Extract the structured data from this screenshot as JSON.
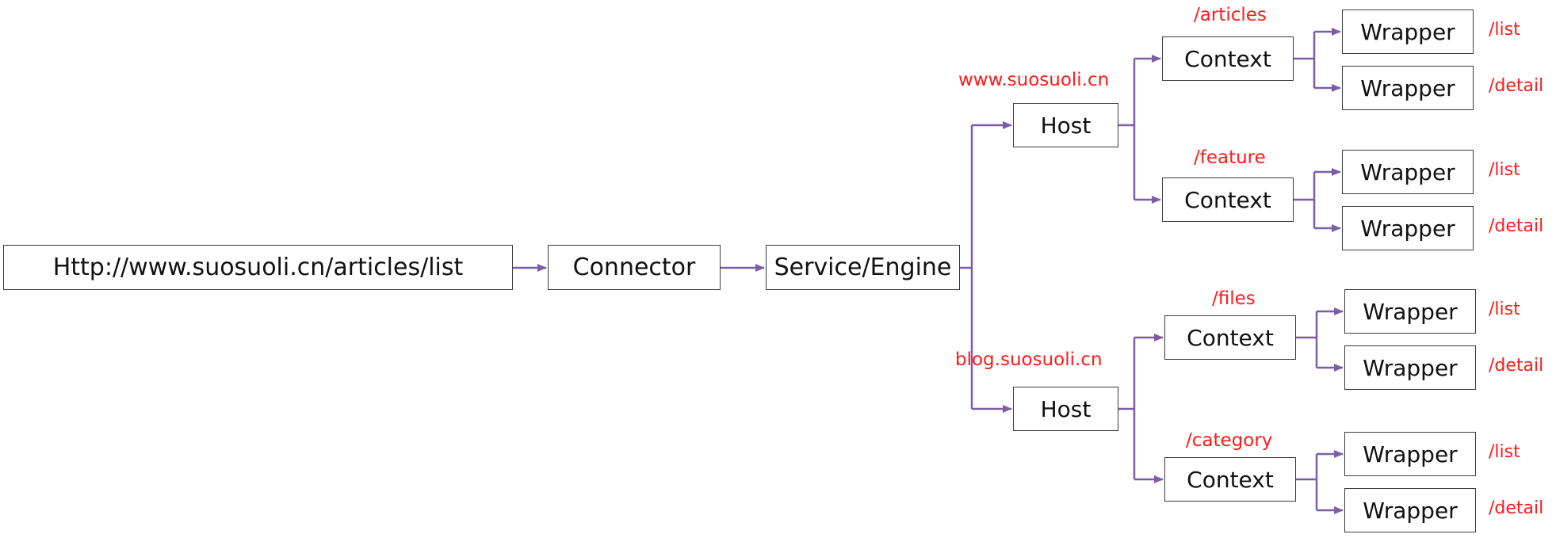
{
  "request_url": "Http://www.suosuoli.cn/articles/list",
  "connector": "Connector",
  "engine": "Service/Engine",
  "hosts": [
    {
      "name": "www.suosuoli.cn",
      "label": "Host",
      "contexts": [
        {
          "path": "/articles",
          "label": "Context",
          "wrappers": [
            {
              "label": "Wrapper",
              "path": "/list"
            },
            {
              "label": "Wrapper",
              "path": "/detail"
            }
          ]
        },
        {
          "path": "/feature",
          "label": "Context",
          "wrappers": [
            {
              "label": "Wrapper",
              "path": "/list"
            },
            {
              "label": "Wrapper",
              "path": "/detail"
            }
          ]
        }
      ]
    },
    {
      "name": "blog.suosuoli.cn",
      "label": "Host",
      "contexts": [
        {
          "path": "/files",
          "label": "Context",
          "wrappers": [
            {
              "label": "Wrapper",
              "path": "/list"
            },
            {
              "label": "Wrapper",
              "path": "/detail"
            }
          ]
        },
        {
          "path": "/category",
          "label": "Context",
          "wrappers": [
            {
              "label": "Wrapper",
              "path": "/list"
            },
            {
              "label": "Wrapper",
              "path": "/detail"
            }
          ]
        }
      ]
    }
  ],
  "colors": {
    "connector_line": "#7b5ea7",
    "path_label": "#ff1a1a",
    "box_border": "#3a3a3a"
  }
}
